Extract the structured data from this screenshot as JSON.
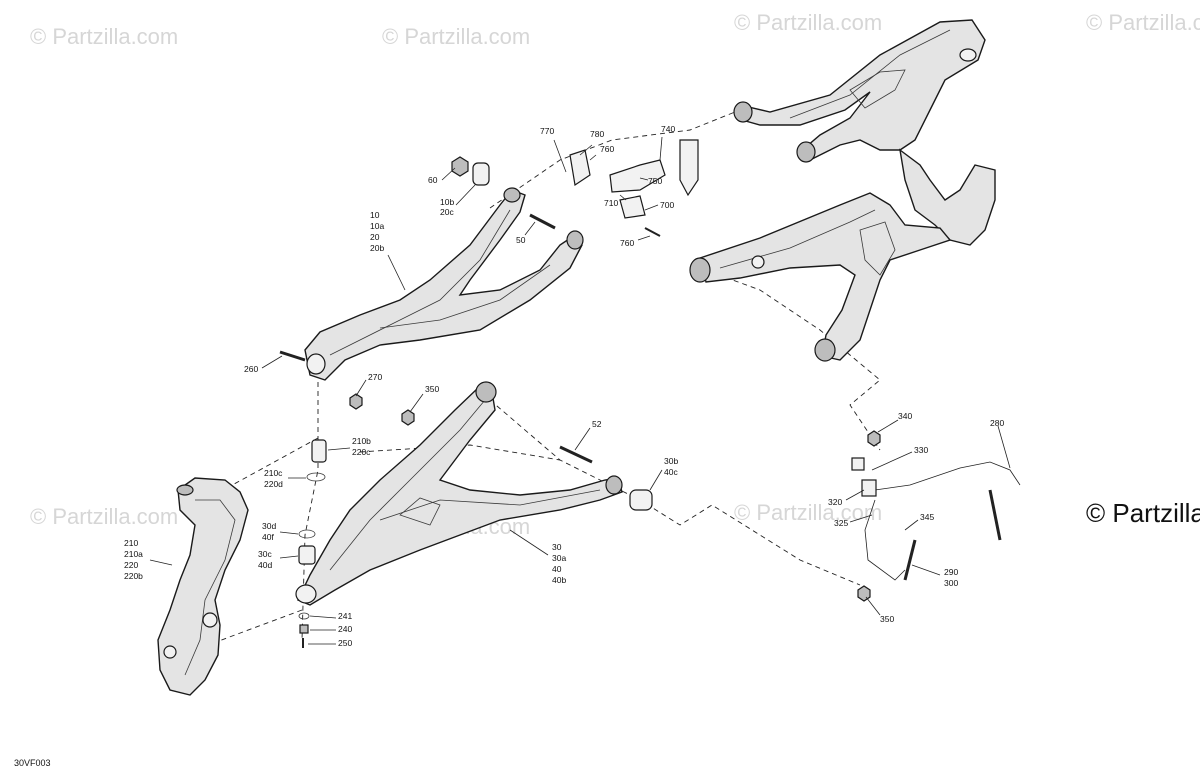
{
  "watermark_text": "© Partzilla.com",
  "copyright_text": "© Partzilla",
  "figure_id": "30VF003",
  "callouts": {
    "c770": "770",
    "c780": "780",
    "c760a": "760",
    "c740": "740",
    "c750": "750",
    "c710": "710",
    "c700": "700",
    "c760b": "760",
    "c60": "60",
    "c10b_20c": [
      "10b",
      "20c"
    ],
    "c50": "50",
    "c10_group": [
      "10",
      "10a",
      "20",
      "20b"
    ],
    "c260": "260",
    "c270": "270",
    "c350a": "350",
    "c52": "52",
    "c210b_220c": [
      "210b",
      "220c"
    ],
    "c210c_220d": [
      "210c",
      "220d"
    ],
    "c30b_40c": [
      "30b",
      "40c"
    ],
    "c30d_40f": [
      "30d",
      "40f"
    ],
    "c30c_40d": [
      "30c",
      "40d"
    ],
    "c210_group": [
      "210",
      "210a",
      "220",
      "220b"
    ],
    "c30_group": [
      "30",
      "30a",
      "40",
      "40b"
    ],
    "c241": "241",
    "c240": "240",
    "c250": "250",
    "c340": "340",
    "c280": "280",
    "c330": "330",
    "c320": "320",
    "c325": "325",
    "c345": "345",
    "c290_300": [
      "290",
      "300"
    ],
    "c350b": "350"
  }
}
